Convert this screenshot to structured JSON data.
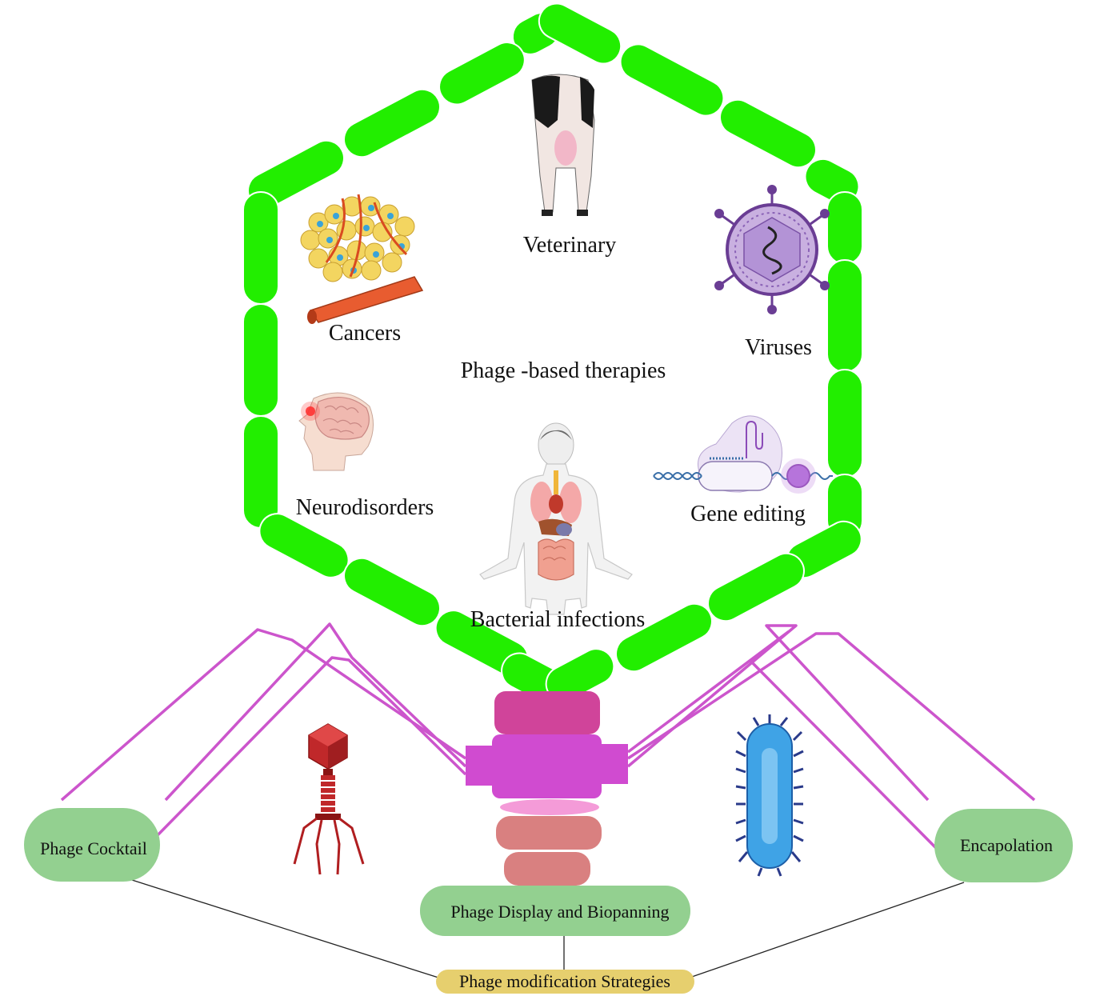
{
  "center": {
    "title": "Phage -based therapies"
  },
  "applications": [
    {
      "label": "Veterinary",
      "icon": "cow-icon"
    },
    {
      "label": "Cancers",
      "icon": "tumor-icon"
    },
    {
      "label": "Viruses",
      "icon": "virus-icon"
    },
    {
      "label": "Neurodisorders",
      "icon": "brain-icon"
    },
    {
      "label": "Gene editing",
      "icon": "crispr-icon"
    },
    {
      "label": "Bacterial infections",
      "icon": "human-body-icon"
    }
  ],
  "strategies": {
    "cocktail": "Phage Cocktail",
    "display": "Phage Display and Biopanning",
    "encapsulation": "Encapolation",
    "root": "Phage modification Strategies"
  },
  "colors": {
    "capsid": "#22ee00",
    "tail_fibers": "#cc55cc",
    "collar": "#d0449a",
    "baseplate": "#d04bd0",
    "sheath": "#d98080",
    "pill": "#93d090",
    "root_pill": "#e6cf6e"
  }
}
